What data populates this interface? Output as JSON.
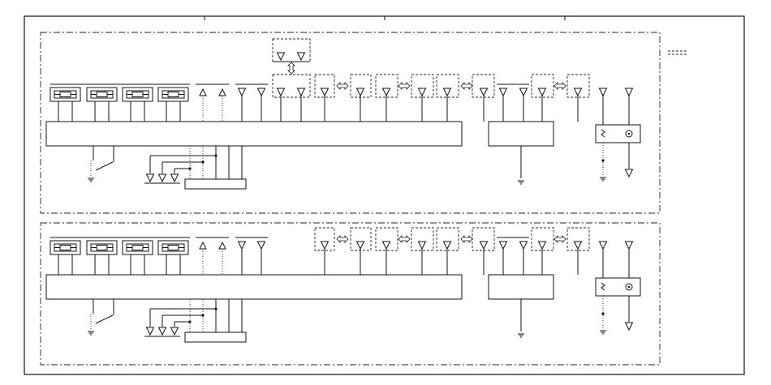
{
  "diagram": {
    "frame": "outer-border",
    "panels": [
      "panel-top",
      "panel-bottom"
    ],
    "legend": "dashed-legend-symbol",
    "panel_contents": {
      "relay_blocks": 4,
      "up_connectors": 2,
      "down_connectors": 2,
      "switch_groups": 7,
      "right_terminals": 2,
      "main_module": "controller-bar",
      "secondary_module": "aux-module",
      "relay_module": "relay-box"
    }
  }
}
